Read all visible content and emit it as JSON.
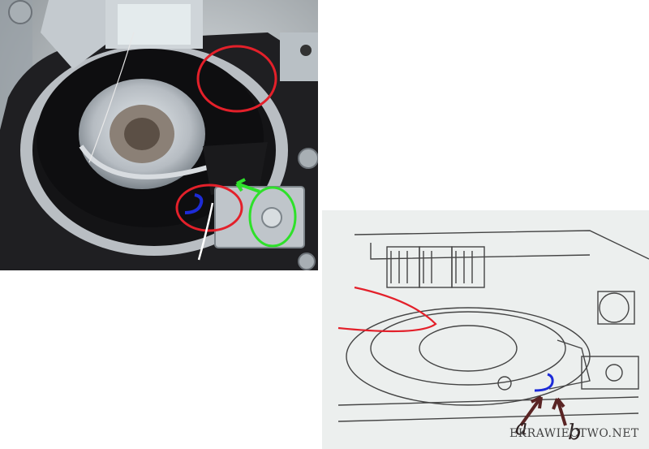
{
  "labels": {
    "a": "a",
    "b": "b"
  },
  "watermark": "EKRAWIECTWO.NET",
  "colors": {
    "highlight_red": "#e3202a",
    "highlight_green": "#2ee12a",
    "highlight_blue": "#1d2bd8",
    "arrow_dark": "#5a2424"
  }
}
